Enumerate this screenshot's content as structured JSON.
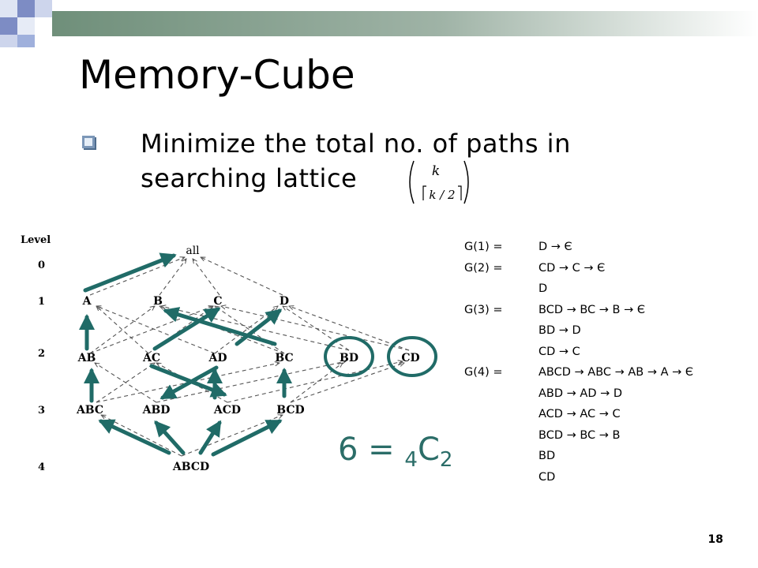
{
  "slide": {
    "title": "Memory-Cube",
    "bullet": "Minimize the total no. of paths in searching lattice",
    "binomial": {
      "top": "k",
      "bottom": "k / 2"
    },
    "formula": {
      "lhs": "6 = ",
      "pre_sub": "4",
      "base": "C",
      "post_sub": "2"
    },
    "page_number": "18"
  },
  "lattice": {
    "level_header": "Level",
    "levels": [
      "0",
      "1",
      "2",
      "3",
      "4"
    ],
    "nodes": {
      "all": "all",
      "A": "A",
      "B": "B",
      "C": "C",
      "D": "D",
      "AB": "AB",
      "AC": "AC",
      "AD": "AD",
      "BC": "BC",
      "BD": "BD",
      "CD": "CD",
      "ABC": "ABC",
      "ABD": "ABD",
      "ACD": "ACD",
      "BCD": "BCD",
      "ABCD": "ABCD"
    },
    "colors": {
      "arrow": "#206b67",
      "dashed": "#555555"
    }
  },
  "groups": [
    {
      "label": "G(1) =",
      "expr": "D  →  Є"
    },
    {
      "label": "G(2) =",
      "expr": "CD  →  C  →  Є"
    },
    {
      "label": "",
      "expr": "D"
    },
    {
      "label": "G(3) =",
      "expr": "BCD  →  BC  →  B  →  Є"
    },
    {
      "label": "",
      "expr": "BD  →  D"
    },
    {
      "label": "",
      "expr": "CD  →  C"
    },
    {
      "label": "G(4) =",
      "expr": "ABCD  →  ABC  →  AB  →  A  →  Є"
    },
    {
      "label": "",
      "expr": "ABD  →  AD  →  D"
    },
    {
      "label": "",
      "expr": "ACD  →  AC  →  C"
    },
    {
      "label": "",
      "expr": "BCD  →  BC  →  B"
    },
    {
      "label": "",
      "expr": "BD"
    },
    {
      "label": "",
      "expr": "CD"
    }
  ]
}
